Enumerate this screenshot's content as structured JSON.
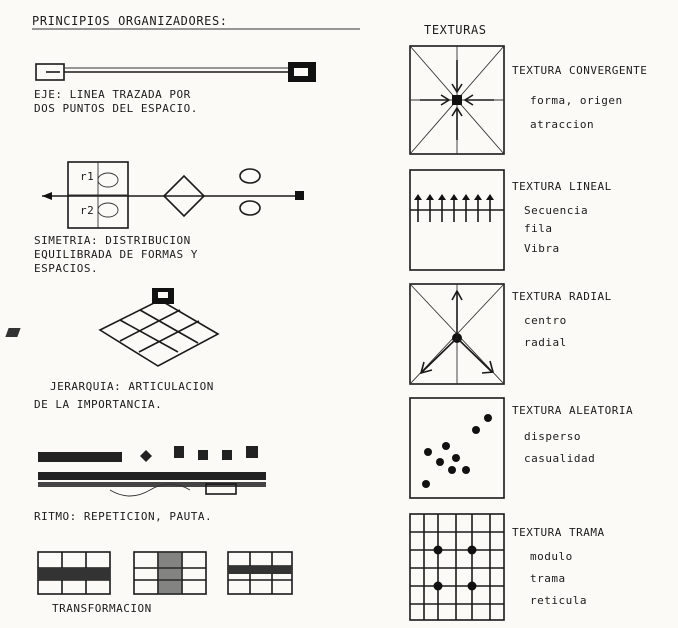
{
  "left_column": {
    "title": "PRINCIPIOS ORGANIZADORES:",
    "axis_caption_1": "EJE: LINEA TRAZADA POR",
    "axis_caption_2": "DOS PUNTOS DEL ESPACIO.",
    "symmetry_caption_1": "SIMETRIA: DISTRIBUCION",
    "symmetry_caption_2": "EQUILIBRADA DE FORMAS Y",
    "symmetry_caption_3": "ESPACIOS.",
    "hierarchy_caption_1": "JERARQUIA: ARTICULACION",
    "hierarchy_caption_2": "DE LA IMPORTANCIA.",
    "rhythm_caption": "RITMO: REPETICION, PAUTA.",
    "transformation_caption": "TRANSFORMACION"
  },
  "right_column": {
    "title": "TEXTURAS",
    "items": [
      {
        "heading": "TEXTURA CONVERGENTE",
        "line1": "forma, origen",
        "line2": "atraccion"
      },
      {
        "heading": "TEXTURA LINEAL",
        "line1": "Secuencia",
        "line2": "fila",
        "line3": "Vibra"
      },
      {
        "heading": "TEXTURA RADIAL",
        "line1": "centro",
        "line2": "radial"
      },
      {
        "heading": "TEXTURA ALEATORIA",
        "line1": "disperso",
        "line2": "casualidad"
      },
      {
        "heading": "TEXTURA TRAMA",
        "line1": "modulo",
        "line2": "trama",
        "line3": "reticula"
      }
    ]
  }
}
